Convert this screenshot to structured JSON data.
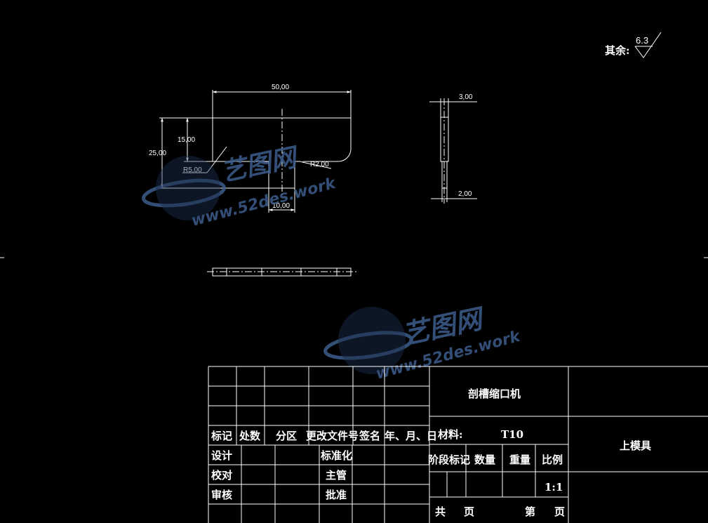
{
  "roughness": {
    "label": "其余:",
    "value": "6.3"
  },
  "dimensions": {
    "width_50": "50,00",
    "height_25": "25,00",
    "height_15": "15,00",
    "radius_5": "R5,00",
    "radius_2": "R2,00",
    "slot_10": "10,00",
    "thickness_3": "3,00",
    "thickness_2": "2,00"
  },
  "watermark": {
    "cn": "艺图网",
    "url": "www.52des.work"
  },
  "title_block": {
    "headers": [
      "标记",
      "处数",
      "分区",
      "更改文件号",
      "签名",
      "年、月、日"
    ],
    "design": "设计",
    "check": "校对",
    "review": "审核",
    "standardize": "标准化",
    "supervise": "主管",
    "approve": "批准",
    "product_name": "剖槽缩口机",
    "material_label": "材料:",
    "material_value": "T10",
    "stage_mark": "阶段标记",
    "quantity": "数量",
    "weight": "重量",
    "scale": "比例",
    "scale_value": "1:1",
    "total": "共",
    "sheet": "页",
    "number": "第",
    "sheet2": "页",
    "part_name": "上模具"
  },
  "colors": {
    "line": "#ffffff",
    "background": "#000000",
    "watermark": "#3c5d8c"
  }
}
